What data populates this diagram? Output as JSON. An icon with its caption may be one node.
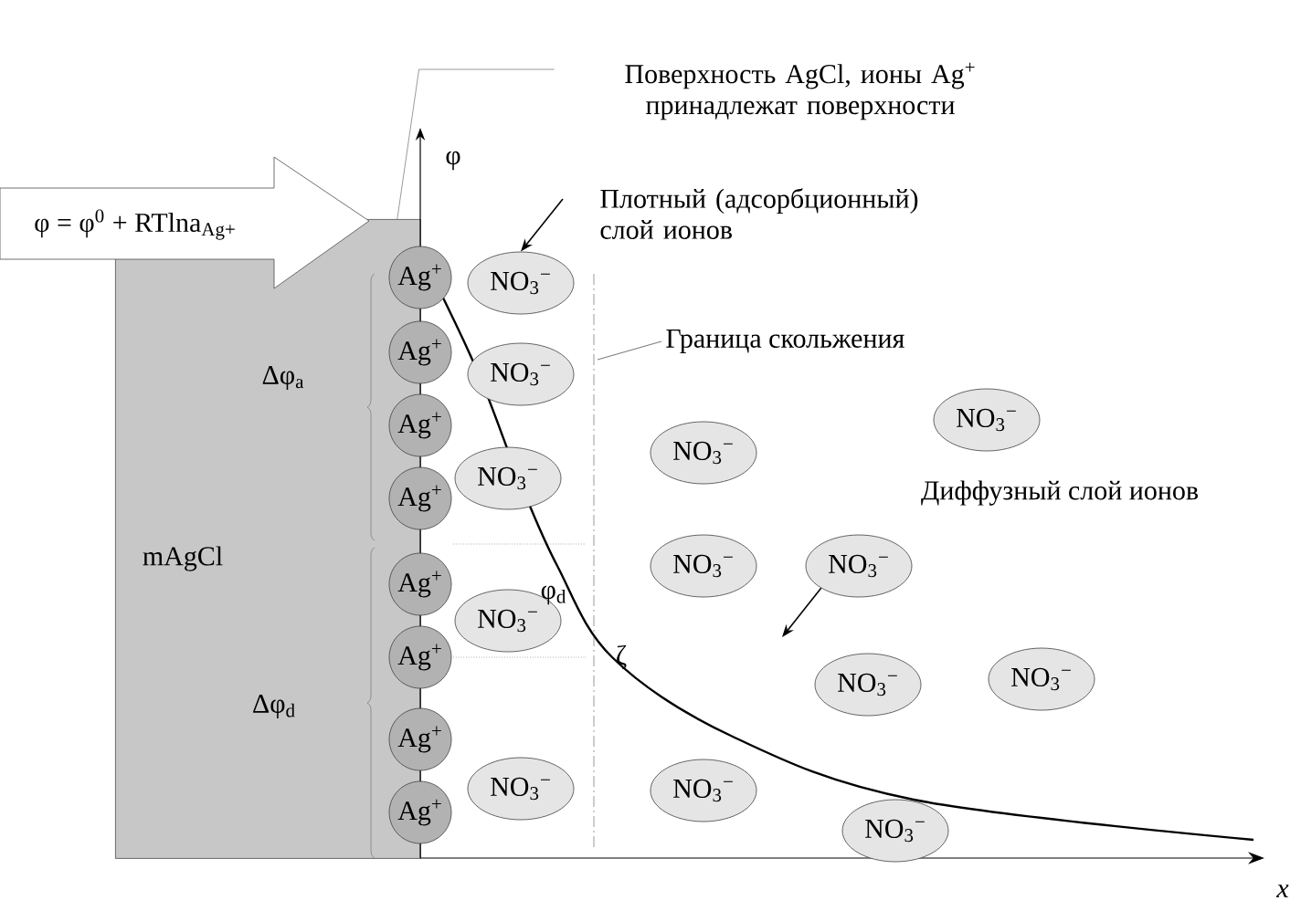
{
  "diagram": {
    "nodes": [
      {
        "text": [
          "φ = φ$^{0}$ + RTlna$_{Ag+}$"
        ]
      },
      {
        "text": [
          "mAgCl"
        ]
      },
      {
        "text": [
          "Ag$^{+}$"
        ]
      },
      {
        "text": [
          "Ag$^{+}$"
        ]
      },
      {
        "text": [
          "Ag$^{+}$"
        ]
      },
      {
        "text": [
          "Ag$^{+}$"
        ]
      },
      {
        "text": [
          "Ag$^{+}$"
        ]
      },
      {
        "text": [
          "Ag$^{+}$"
        ]
      },
      {
        "text": [
          "Ag$^{+}$"
        ]
      },
      {
        "text": [
          "Ag$^{+}$"
        ]
      },
      {
        "text": [
          "NO$_{3}$$^{−}$"
        ]
      },
      {
        "text": [
          "NO$_{3}$$^{−}$"
        ]
      },
      {
        "text": [
          "NO$_{3}$$^{−}$"
        ]
      },
      {
        "text": [
          "NO$_{3}$$^{−}$"
        ]
      },
      {
        "text": [
          "NO$_{3}$$^{−}$"
        ]
      },
      {
        "text": [
          "NO$_{3}$$^{−}$"
        ]
      },
      {
        "text": [
          "NO$_{3}$$^{−}$"
        ]
      },
      {
        "text": [
          "NO$_{3}$$^{−}$"
        ]
      },
      {
        "text": [
          "NO$_{3}$$^{−}$"
        ]
      },
      {
        "text": [
          "NO$_{3}$$^{−}$"
        ]
      },
      {
        "text": [
          "NO$_{3}$$^{−}$"
        ]
      },
      {
        "text": [
          "NO$_{3}$$^{−}$"
        ]
      },
      {
        "text": [
          "NO$_{3}$$^{−}$"
        ]
      },
      {
        "text": [
          "Поверхность AgCl, ионы Ag$^{+}$ принадлежат поверхности"
        ]
      },
      {
        "text": [
          "Плотный (адсорбционный) слой ионов"
        ]
      },
      {
        "text": [
          "Граница скольжения"
        ]
      }
    ],
    "edges": [
      {
        "from": 23,
        "to": 1,
        "arrow": "none"
      },
      {
        "from": 24,
        "to": 10,
        "arrow": "to",
        "color": "#000000"
      },
      {
        "from": 25,
        "to": null,
        "arrow": "none"
      },
      {
        "from": 16,
        "to": null,
        "arrow": "to",
        "color": "#000000"
      }
    ],
    "labels": [
      "φ",
      "Δφ$_{a}$",
      "φ$_{d}$",
      "ζ",
      "Δφ$_{d}$",
      "Диффузный слой ионов",
      "x"
    ]
  }
}
